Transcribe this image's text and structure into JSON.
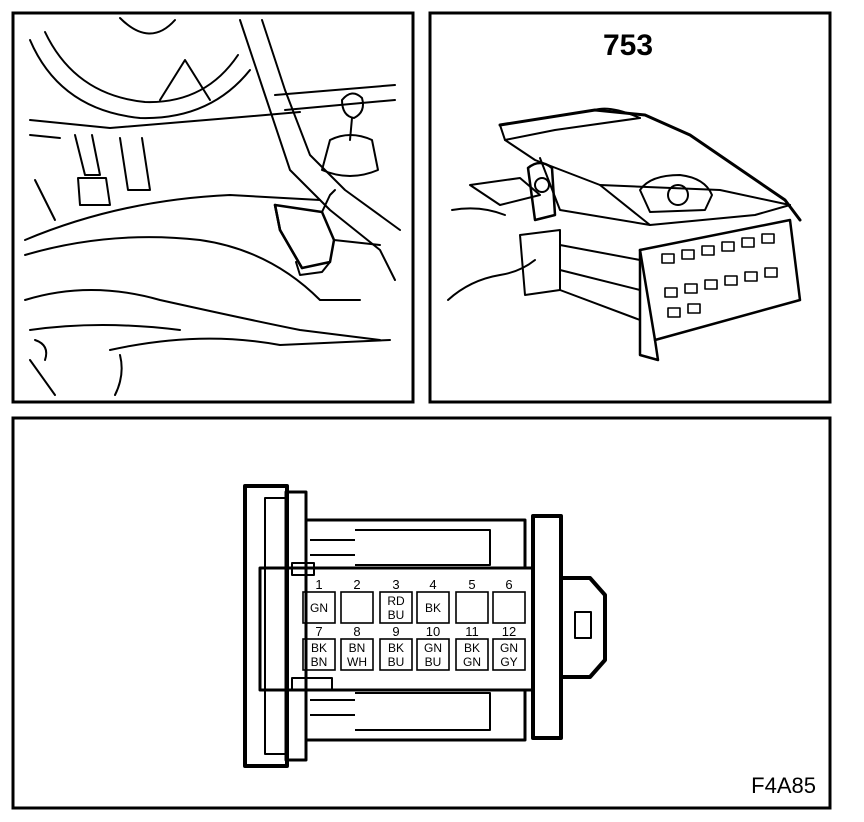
{
  "diagram": {
    "part_number": "753",
    "figure_code": "F4A85",
    "colors": {
      "line": "#000000",
      "background": "#ffffff"
    },
    "pins_top": [
      {
        "num": "1",
        "wire": [
          "GN"
        ]
      },
      {
        "num": "2",
        "wire": []
      },
      {
        "num": "3",
        "wire": [
          "RD",
          "BU"
        ]
      },
      {
        "num": "4",
        "wire": [
          "BK"
        ]
      },
      {
        "num": "5",
        "wire": []
      },
      {
        "num": "6",
        "wire": []
      }
    ],
    "pins_bottom": [
      {
        "num": "7",
        "wire": [
          "BK",
          "BN"
        ]
      },
      {
        "num": "8",
        "wire": [
          "BN",
          "WH"
        ]
      },
      {
        "num": "9",
        "wire": [
          "BK",
          "BU"
        ]
      },
      {
        "num": "10",
        "wire": [
          "GN",
          "BU"
        ]
      },
      {
        "num": "11",
        "wire": [
          "BK",
          "GN"
        ]
      },
      {
        "num": "12",
        "wire": [
          "GN",
          "GY"
        ]
      }
    ]
  }
}
